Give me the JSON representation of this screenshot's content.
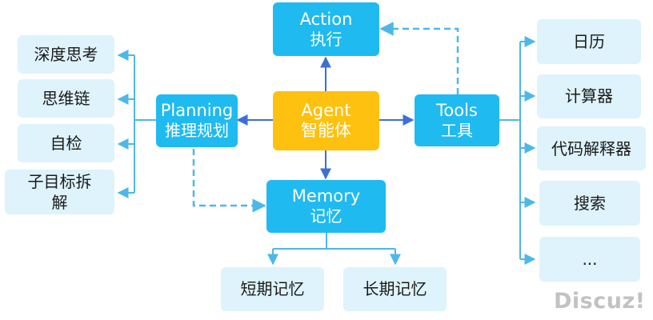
{
  "center": {
    "en": "Agent",
    "cn": "智能体"
  },
  "action": {
    "en": "Action",
    "cn": "执行"
  },
  "planning": {
    "en": "Planning",
    "cn": "推理规划",
    "children": [
      "深度思考",
      "思维链",
      "自检",
      "子目标拆解"
    ]
  },
  "tools": {
    "en": "Tools",
    "cn": "工具",
    "children": [
      "日历",
      "计算器",
      "代码解释器",
      "搜索",
      "..."
    ]
  },
  "memory": {
    "en": "Memory",
    "cn": "记忆",
    "children": [
      "短期记忆",
      "长期记忆"
    ]
  },
  "watermark": "Discuz!",
  "colors": {
    "primary": "#1fbaf0",
    "center": "#ffc10f",
    "leaf": "#def3fb",
    "solid_arrow": "#3d6fd6",
    "dashed_arrow": "#4cb8ea"
  }
}
